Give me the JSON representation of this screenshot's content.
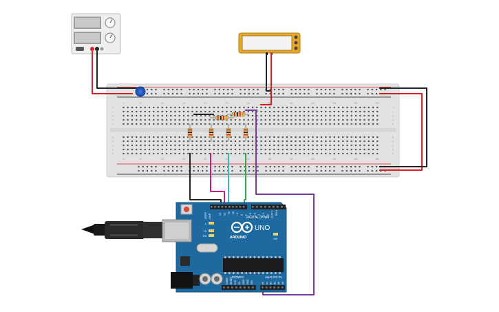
{
  "colors": {
    "background": "#ffffff",
    "breadboard": "#e2e2e2",
    "arduino_board": "#1e6aa0",
    "arduino_dark": "#14527d",
    "wire_red": "#d91f26",
    "wire_black": "#222222",
    "wire_purple": "#7b3c9c",
    "wire_magenta": "#c21f86",
    "wire_cyan": "#3fb6c4",
    "wire_green": "#2ea84b",
    "multimeter_body": "#e9a825",
    "pot_blue": "#2356b8"
  },
  "components": {
    "power_supply": {
      "icon": "power-supply-icon"
    },
    "multimeter": {
      "icon": "multimeter-icon"
    },
    "potentiometer": {
      "icon": "potentiometer-icon"
    },
    "usb_cable": {
      "icon": "usb-cable-icon"
    }
  },
  "breadboard": {
    "top_numbers": [
      "1",
      "5",
      "10",
      "15",
      "20",
      "25",
      "30",
      "35",
      "40",
      "45",
      "50",
      "55",
      "60"
    ],
    "bottom_numbers": [
      "1",
      "5",
      "10",
      "15",
      "20",
      "25",
      "30",
      "35",
      "40",
      "45",
      "50",
      "55",
      "60"
    ],
    "row_letters_top": [
      "J",
      "I",
      "H",
      "G",
      "F"
    ],
    "row_letters_bottom": [
      "E",
      "D",
      "C",
      "B",
      "A"
    ]
  },
  "arduino": {
    "brand": "ARDUINO",
    "model": "UNO",
    "digital_label": "DIGITAL (PWM ~)",
    "power_label": "POWER",
    "analog_label": "ANALOG IN",
    "aref_label": "AREF",
    "gnd_label": "GND",
    "l_label": "L",
    "tx_label": "TX",
    "rx_label": "RX",
    "on_label": "ON",
    "digital_pins": [
      "13",
      "12",
      "~11",
      "~10",
      "~9",
      "8",
      "7",
      "~6",
      "~5",
      "4",
      "~3",
      "2",
      "TX 1",
      "RX 0"
    ],
    "power_pins": [
      "IOREF",
      "RESET",
      "3.3V",
      "5V",
      "GND",
      "GND",
      "VIN"
    ],
    "analog_pins": [
      "A0",
      "A1",
      "A2",
      "A3",
      "A4",
      "A5"
    ]
  }
}
